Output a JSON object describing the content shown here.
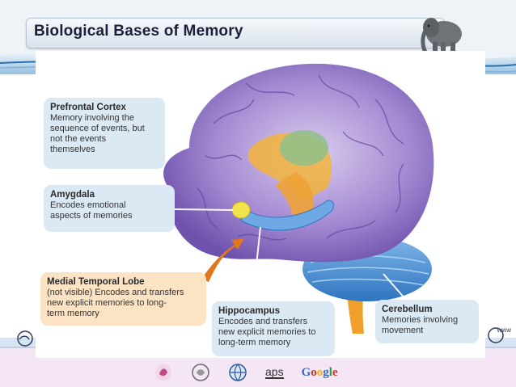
{
  "slide": {
    "title": "Biological Bases of Memory",
    "colors": {
      "accent": "#1b5a8e",
      "title_text": "#1b1f3a",
      "footer_bar": "#ecdcf0"
    }
  },
  "callouts": {
    "prefrontal": {
      "title": "Prefrontal Cortex",
      "body": "Memory involving the\nsequence of events, but\nnot the events\nthemselves"
    },
    "amygdala": {
      "title": "Amygdala",
      "body": "Encodes emotional\naspects of memories"
    },
    "medial": {
      "title": "Medial Temporal Lobe",
      "body": "(not visible) Encodes and transfers\nnew explicit memories to long-\nterm memory"
    },
    "hippocampus": {
      "title": "Hippocampus",
      "body": "Encodes and transfers\nnew explicit memories to\nlong-term memory"
    },
    "cerebellum": {
      "title": "Cerebellum",
      "body": "Memories involving\nmovement"
    }
  },
  "footer": {
    "aps_label": "aps",
    "google_letters": [
      {
        "ch": "G",
        "color": "#3a66c4"
      },
      {
        "ch": "o",
        "color": "#d4322c"
      },
      {
        "ch": "o",
        "color": "#e8b21c"
      },
      {
        "ch": "g",
        "color": "#3a66c4"
      },
      {
        "ch": "l",
        "color": "#2e9b45"
      },
      {
        "ch": "e",
        "color": "#d4322c"
      }
    ],
    "www_label": "www"
  }
}
